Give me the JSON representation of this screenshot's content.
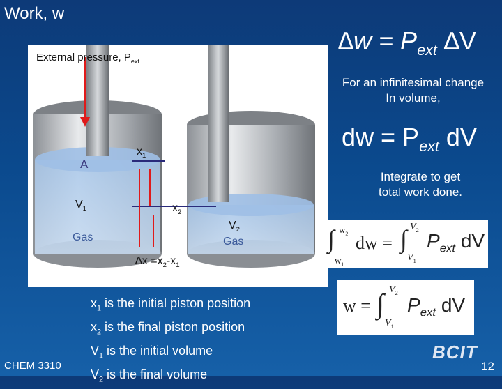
{
  "slide": {
    "title": "Work, w",
    "eq_main": {
      "lhs": "∆w = P",
      "sub": "ext",
      "rhs": " ∆V"
    },
    "note_infinitesimal": [
      "For an infinitesimal change",
      "In  volume,"
    ],
    "eq_differential": {
      "lhs": "dw = P",
      "sub": "ext",
      "rhs": " dV"
    },
    "note_integrate": [
      "Integrate to get",
      "total work done."
    ],
    "figure": {
      "ext_pressure_label": "External pressure, P",
      "ext_pressure_sub": "ext",
      "area_label": "A",
      "v1": "V",
      "v1_sub": "1",
      "x1": "x",
      "x1_sub": "1",
      "x2": "x",
      "x2_sub": "2",
      "v2": "V",
      "v2_sub": "2",
      "gas_left": "Gas",
      "gas_right": "Gas",
      "delta_x": {
        "a": "∆x =x",
        "b": "2",
        "c": "-x",
        "d": "1"
      }
    },
    "formula1": {
      "upper_left": "w",
      "upper_left_sub": "2",
      "lower_left": "w",
      "lower_left_sub": "1",
      "integrand_left": "dw =",
      "upper_right": "V",
      "upper_right_sub": "2",
      "lower_right": "V",
      "lower_right_sub": "1",
      "integrand_right": "P",
      "integrand_right_sub": "ext",
      "dv": "dV"
    },
    "formula2": {
      "lhs": "w =",
      "upper": "V",
      "upper_sub": "2",
      "lower": "V",
      "lower_sub": "1",
      "integrand": "P",
      "integrand_sub": "ext",
      "dv": "dV"
    },
    "descriptions": [
      {
        "sym": "x",
        "sub": "1",
        "text": " is the initial piston position"
      },
      {
        "sym": "x",
        "sub": "2",
        "text": " is the final piston position"
      },
      {
        "sym": "V",
        "sub": "1",
        "text": "  is the initial volume"
      },
      {
        "sym": "V",
        "sub": "2",
        "text": " is the final volume"
      }
    ],
    "footer": "CHEM 3310",
    "logo": "BCIT",
    "page_number": "12"
  }
}
